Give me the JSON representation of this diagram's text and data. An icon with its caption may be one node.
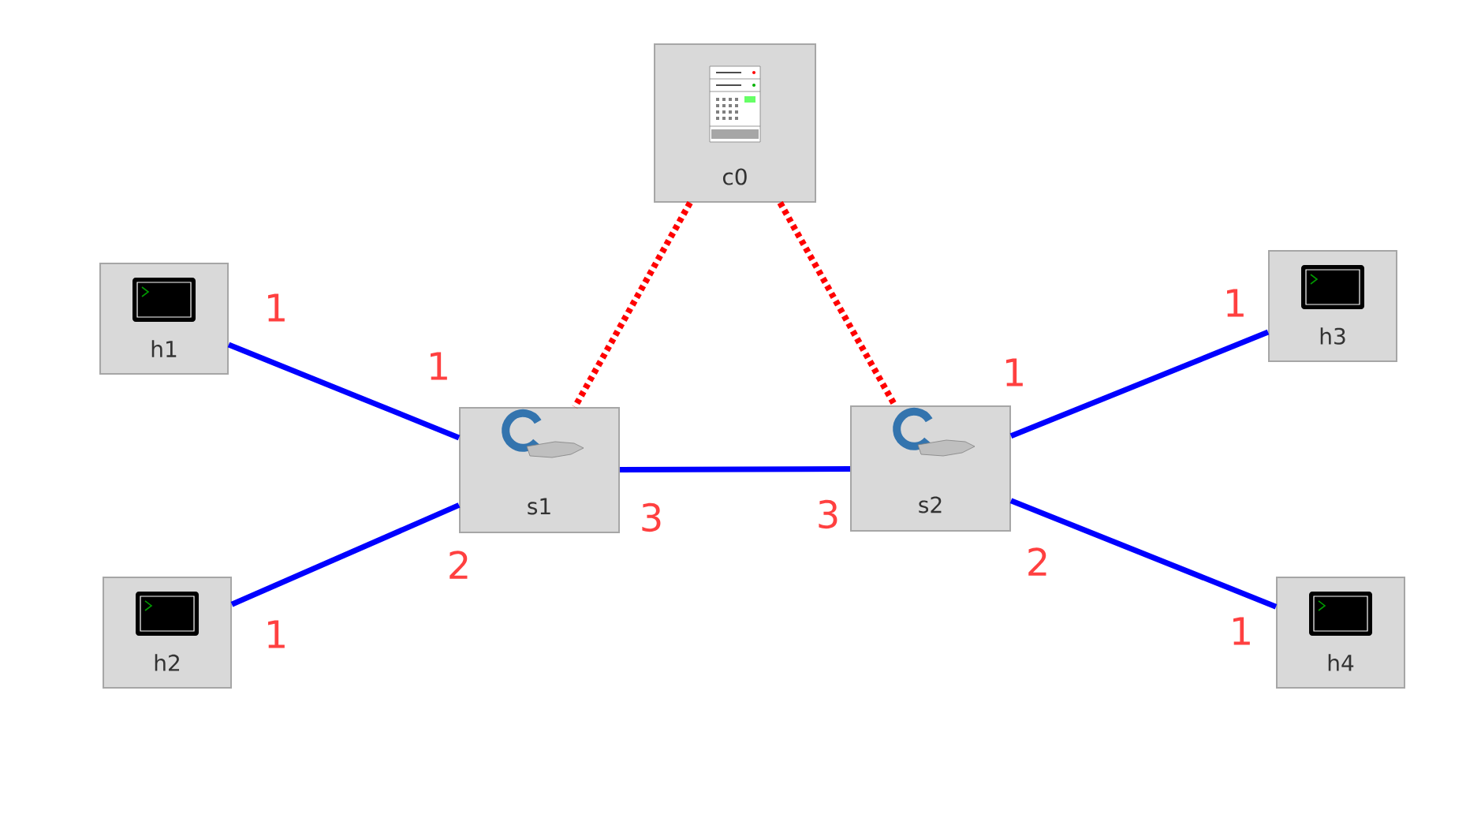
{
  "diagram": {
    "nodes": [
      {
        "text": [
          "c0"
        ]
      },
      {
        "text": [
          "h1"
        ]
      },
      {
        "text": [
          "h2"
        ]
      },
      {
        "text": [
          "s1"
        ]
      },
      {
        "text": [
          "s2"
        ]
      },
      {
        "text": [
          "h3"
        ]
      },
      {
        "text": [
          "h4"
        ]
      }
    ],
    "edges": [
      {
        "from": 0,
        "to": 3,
        "arrow": "none",
        "style": "dashed",
        "color": "#ff0000"
      },
      {
        "from": 0,
        "to": 4,
        "arrow": "none",
        "style": "dashed",
        "color": "#ff0000"
      },
      {
        "from": 1,
        "to": 3,
        "arrow": "none"
      },
      {
        "from": 2,
        "to": 3,
        "arrow": "none"
      },
      {
        "from": 3,
        "to": 4,
        "arrow": "none"
      },
      {
        "from": 4,
        "to": 5,
        "arrow": "none"
      },
      {
        "from": 4,
        "to": 6,
        "arrow": "none"
      }
    ],
    "labels": [
      "1",
      "1",
      "1",
      "1",
      "3",
      "3",
      "2",
      "2",
      "1",
      "1"
    ]
  }
}
